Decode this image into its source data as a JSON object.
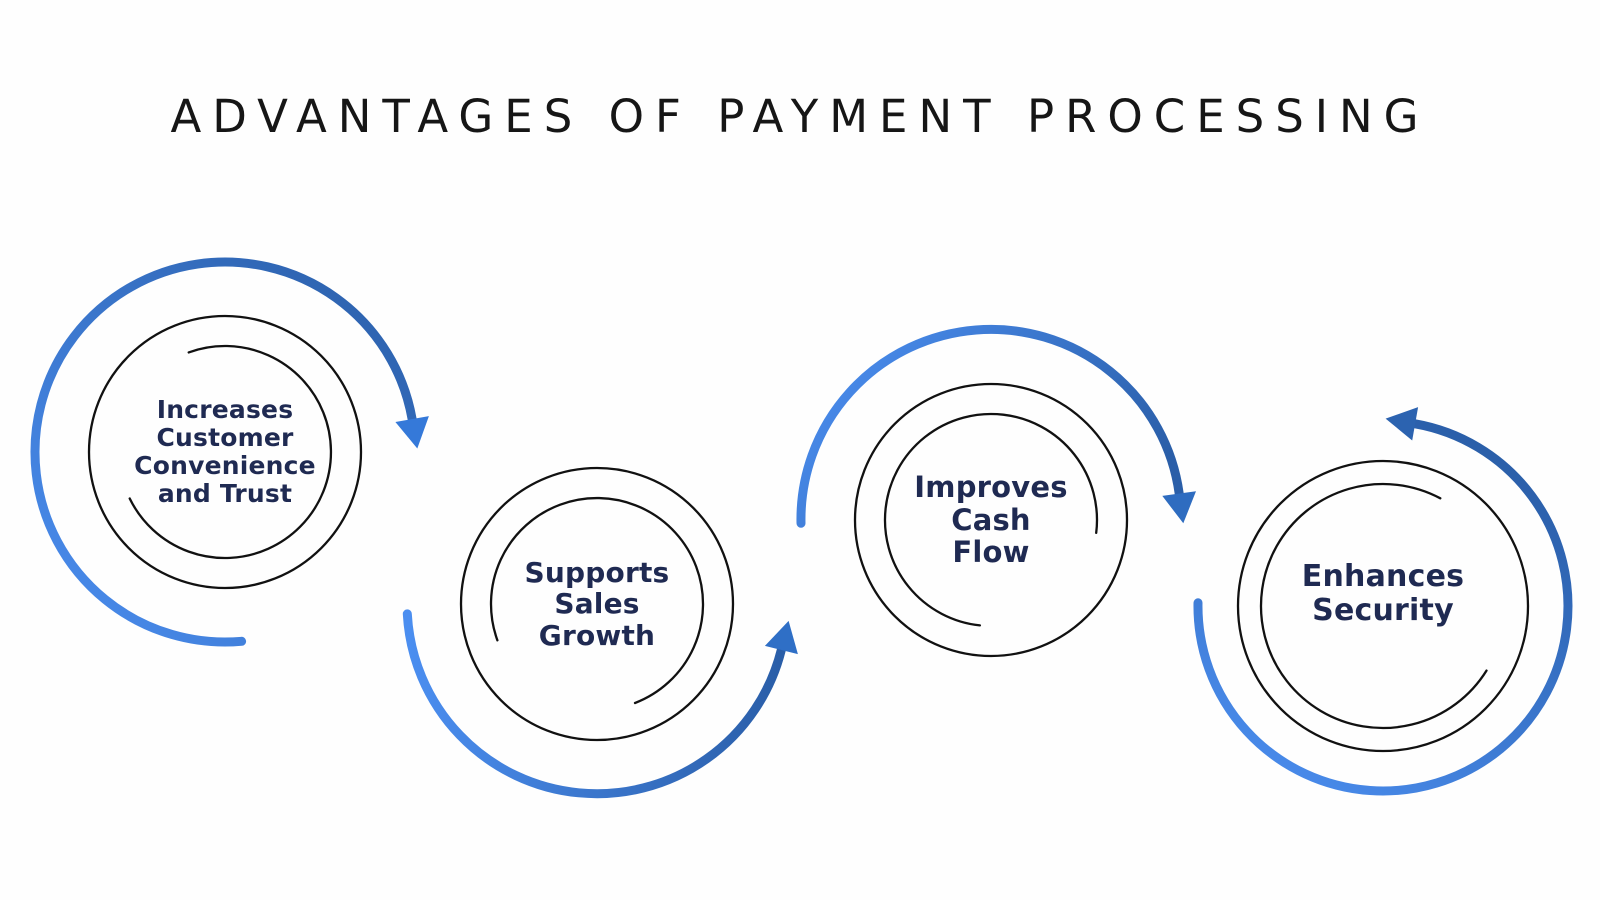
{
  "title": "ADVANTAGES OF PAYMENT PROCESSING",
  "items": [
    {
      "id": "increases-customer-convenience-and-trust",
      "label": "Increases\nCustomer\nConvenience\nand Trust"
    },
    {
      "id": "supports-sales-growth",
      "label": "Supports\nSales\nGrowth"
    },
    {
      "id": "improves-cash-flow",
      "label": "Improves\nCash\nFlow"
    },
    {
      "id": "enhances-security",
      "label": "Enhances\nSecurity"
    }
  ],
  "colors": {
    "title_text": "#161616",
    "label_text": "#1f2a52",
    "ring_black": "#111111",
    "arc_light": "#4b8ef0",
    "arc_dark": "#2a5ea8",
    "arrow_1": "#3579d9",
    "arrow_2": "#2f6fc6",
    "arrow_3": "#2e6cc0",
    "arrow_4": "#2c63b0"
  }
}
